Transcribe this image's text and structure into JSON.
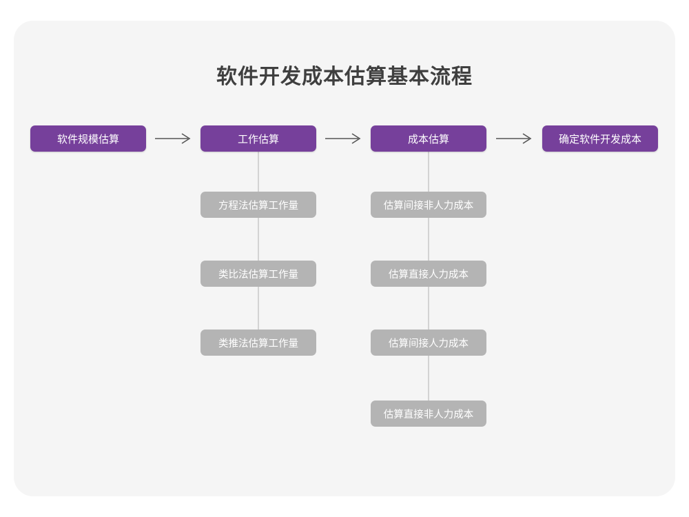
{
  "canvas": {
    "background": "#ffffff",
    "card_background": "#f5f5f5"
  },
  "colors": {
    "primary": "#76409b",
    "secondary": "#b4b4b4",
    "title_text": "#3f3f3f",
    "node_text": "#ffffff",
    "connector": "#d3d3d3",
    "arrow": "#555555"
  },
  "header": {
    "title": "软件开发成本估算基本流程"
  },
  "flow": {
    "main_steps": [
      {
        "id": "scale",
        "label": "软件规模估算"
      },
      {
        "id": "effort",
        "label": "工作估算"
      },
      {
        "id": "cost",
        "label": "成本估算"
      },
      {
        "id": "final",
        "label": "确定软件开发成本"
      }
    ],
    "arrows": [
      {
        "id": "arrow-1",
        "from": "scale",
        "to": "effort",
        "glyph": "right-arrow"
      },
      {
        "id": "arrow-2",
        "from": "effort",
        "to": "cost",
        "glyph": "right-arrow"
      },
      {
        "id": "arrow-3",
        "from": "cost",
        "to": "final",
        "glyph": "right-arrow"
      }
    ],
    "branches": [
      {
        "parent": "effort",
        "items": [
          {
            "id": "eq",
            "label": "方程法估算工作量"
          },
          {
            "id": "anl",
            "label": "类比法估算工作量"
          },
          {
            "id": "ext",
            "label": "类推法估算工作量"
          }
        ]
      },
      {
        "parent": "cost",
        "items": [
          {
            "id": "indirect-non",
            "label": "估算间接非人力成本"
          },
          {
            "id": "direct-hr",
            "label": "估算直接人力成本"
          },
          {
            "id": "indirect-hr",
            "label": "估算间接人力成本"
          },
          {
            "id": "direct-non",
            "label": "估算直接非人力成本"
          }
        ]
      }
    ]
  },
  "chart_data": {
    "type": "diagram",
    "diagram_kind": "flowchart",
    "title": "软件开发成本估算基本流程",
    "orientation": "left-to-right with vertical sub-branches",
    "nodes": [
      {
        "id": "scale",
        "label": "软件规模估算",
        "level": "main",
        "column": 1,
        "style": "primary"
      },
      {
        "id": "effort",
        "label": "工作估算",
        "level": "main",
        "column": 2,
        "style": "primary"
      },
      {
        "id": "cost",
        "label": "成本估算",
        "level": "main",
        "column": 3,
        "style": "primary"
      },
      {
        "id": "final",
        "label": "确定软件开发成本",
        "level": "main",
        "column": 4,
        "style": "primary"
      },
      {
        "id": "eq",
        "label": "方程法估算工作量",
        "level": "sub",
        "column": 2,
        "row": 1,
        "style": "secondary"
      },
      {
        "id": "anl",
        "label": "类比法估算工作量",
        "level": "sub",
        "column": 2,
        "row": 2,
        "style": "secondary"
      },
      {
        "id": "ext",
        "label": "类推法估算工作量",
        "level": "sub",
        "column": 2,
        "row": 3,
        "style": "secondary"
      },
      {
        "id": "indirect-non",
        "label": "估算间接非人力成本",
        "level": "sub",
        "column": 3,
        "row": 1,
        "style": "secondary"
      },
      {
        "id": "direct-hr",
        "label": "估算直接人力成本",
        "level": "sub",
        "column": 3,
        "row": 2,
        "style": "secondary"
      },
      {
        "id": "indirect-hr",
        "label": "估算间接人力成本",
        "level": "sub",
        "column": 3,
        "row": 3,
        "style": "secondary"
      },
      {
        "id": "direct-non",
        "label": "估算直接非人力成本",
        "level": "sub",
        "column": 3,
        "row": 4,
        "style": "secondary"
      }
    ],
    "edges": [
      {
        "from": "scale",
        "to": "effort",
        "kind": "arrow"
      },
      {
        "from": "effort",
        "to": "cost",
        "kind": "arrow"
      },
      {
        "from": "cost",
        "to": "final",
        "kind": "arrow"
      },
      {
        "from": "effort",
        "to": "eq",
        "kind": "line"
      },
      {
        "from": "effort",
        "to": "anl",
        "kind": "line"
      },
      {
        "from": "effort",
        "to": "ext",
        "kind": "line"
      },
      {
        "from": "cost",
        "to": "indirect-non",
        "kind": "line"
      },
      {
        "from": "cost",
        "to": "direct-hr",
        "kind": "line"
      },
      {
        "from": "cost",
        "to": "indirect-hr",
        "kind": "line"
      },
      {
        "from": "cost",
        "to": "direct-non",
        "kind": "line"
      }
    ]
  }
}
